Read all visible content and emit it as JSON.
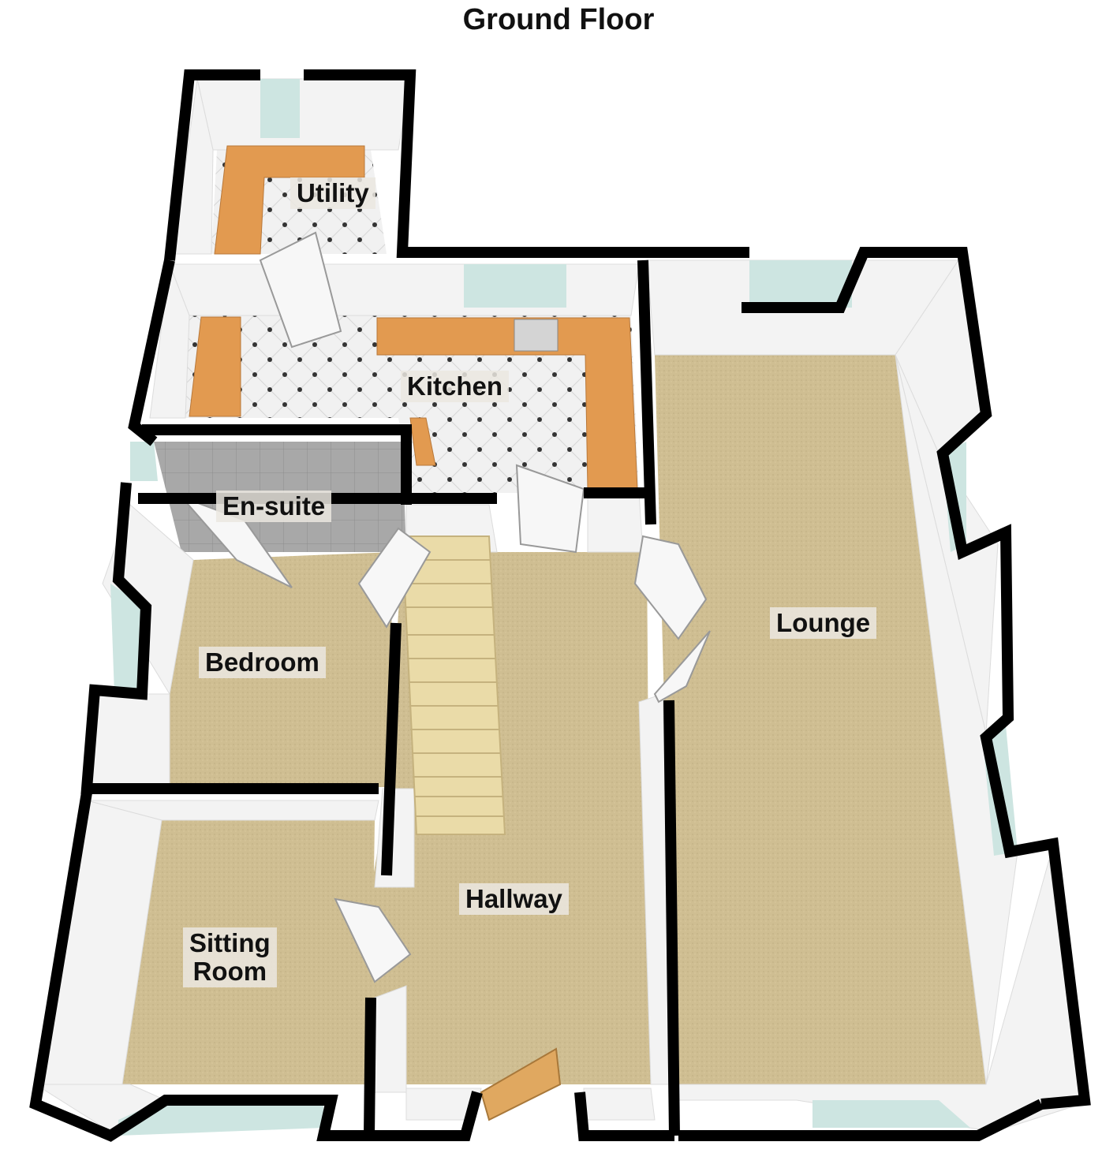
{
  "title": "Ground Floor",
  "rooms": {
    "utility": "Utility",
    "kitchen": "Kitchen",
    "ensuite": "En-suite",
    "bedroom": "Bedroom",
    "lounge": "Lounge",
    "hallway": "Hallway",
    "sitting_room_line1": "Sitting",
    "sitting_room_line2": "Room"
  },
  "colors": {
    "wall_outline": "#000000",
    "wall_face": "#f4f4f4",
    "carpet": "#cdbb8e",
    "tile_floor": "#eeeeee",
    "worktop": "#e39a4f",
    "window": "#cfe6e2",
    "bathroom_tile": "#9a9a9a"
  }
}
